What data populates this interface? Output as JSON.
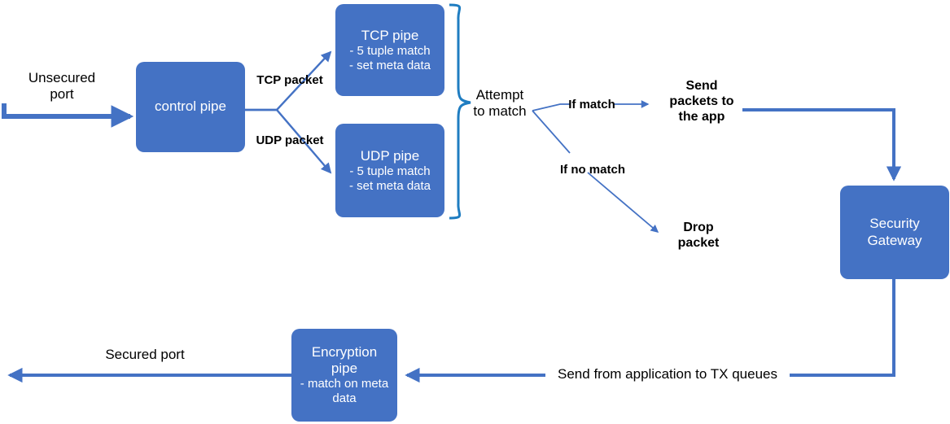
{
  "diagram": {
    "title": "Packet flow through pipes to security gateway",
    "colors": {
      "node_fill": "#4472C4",
      "node_text": "#FFFFFF",
      "edge": "#4472C4",
      "brace": "#1F7DC1",
      "label_text": "#000000",
      "background": "#FFFFFF"
    }
  },
  "nodes": {
    "control_pipe": {
      "title": "control pipe",
      "sub": ""
    },
    "tcp_pipe": {
      "title": "TCP pipe",
      "sub": "- 5 tuple match\n- set meta data"
    },
    "udp_pipe": {
      "title": "UDP pipe",
      "sub": "- 5 tuple match\n- set meta data"
    },
    "security_gateway": {
      "title": "Security\nGateway",
      "sub": ""
    },
    "encryption_pipe": {
      "title": "Encryption\npipe",
      "sub": "- match on meta\ndata"
    }
  },
  "labels": {
    "unsecured_port": "Unsecured\nport",
    "tcp_packet": "TCP packet",
    "udp_packet": "UDP packet",
    "attempt_to_match": "Attempt\nto match",
    "if_match": "If match",
    "if_no_match": "If no match",
    "send_packets_to_the_app": "Send\npackets to\nthe app",
    "drop_packet": "Drop\npacket",
    "send_from_application_to_tx_queues": "Send from application to TX queues",
    "secured_port": "Secured port"
  }
}
